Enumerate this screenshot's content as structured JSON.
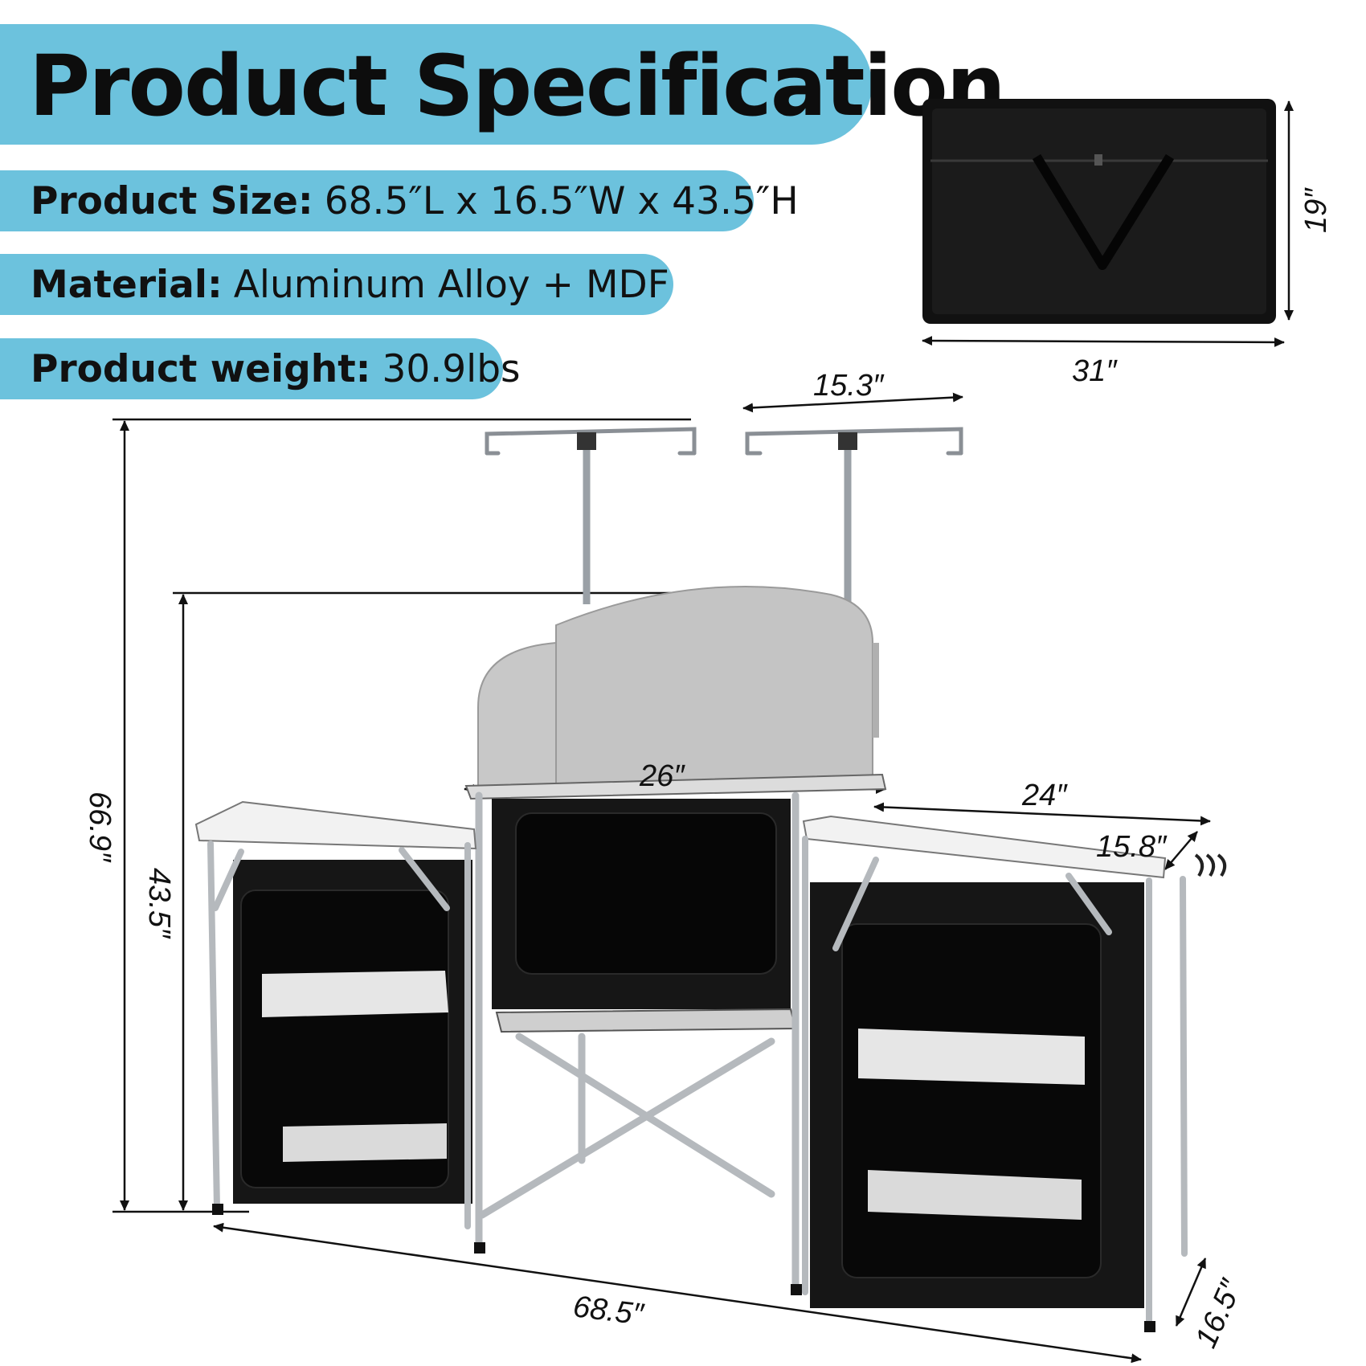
{
  "title": "Product Specification",
  "specs": [
    {
      "label": "Product Size:",
      "value": "68.5″L x 16.5″W x 43.5″H"
    },
    {
      "label": "Material:",
      "value": "Aluminum Alloy + MDF"
    },
    {
      "label": "Product weight:",
      "value": "30.9lbs"
    }
  ],
  "dimensions": {
    "bag_height": "19″",
    "bag_width": "31″",
    "pole_span": "15.3″",
    "total_height": "66.9″",
    "table_height": "43.5″",
    "center_width": "26″",
    "side_width": "24″",
    "side_depth": "15.8″",
    "total_length": "68.5″",
    "depth": "16.5″"
  },
  "colors": {
    "accent": "#6cc2dd",
    "text": "#111111"
  }
}
